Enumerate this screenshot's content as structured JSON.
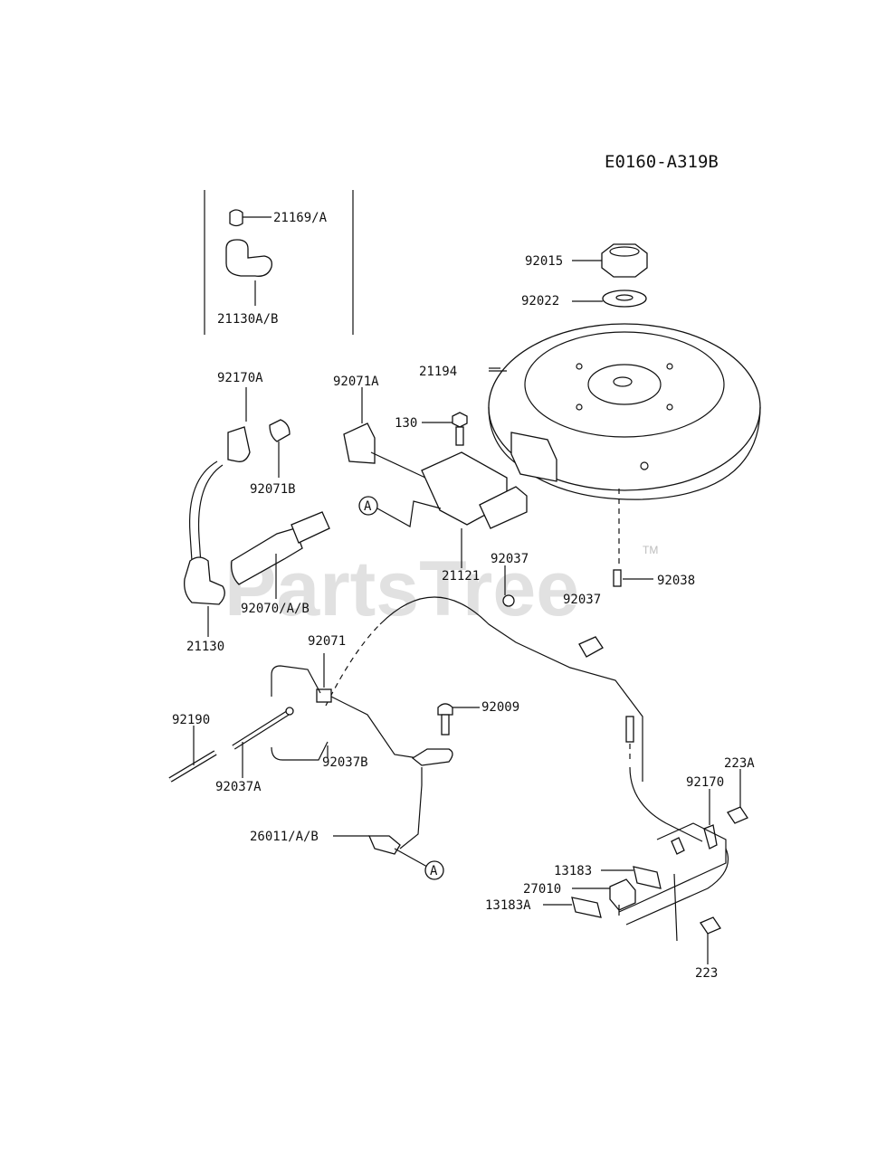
{
  "diagram": {
    "code": "E0160-A319B",
    "watermark": "PartsTree",
    "watermark_mark": "TM",
    "callout_letter": "A",
    "part_labels": [
      "21169/A",
      "21130A/B",
      "92015",
      "92022",
      "21194",
      "92170A",
      "92071A",
      "130",
      "92071B",
      "21121",
      "92037",
      "92038",
      "92037",
      "21130",
      "92070/A/B",
      "92071",
      "92009",
      "92190",
      "92037A",
      "92037B",
      "223A",
      "92170",
      "26011/A/B",
      "13183",
      "27010",
      "13183A",
      "223"
    ]
  },
  "colors": {
    "ink": "#111111",
    "watermark": "#c9c9c9",
    "background": "#ffffff"
  }
}
